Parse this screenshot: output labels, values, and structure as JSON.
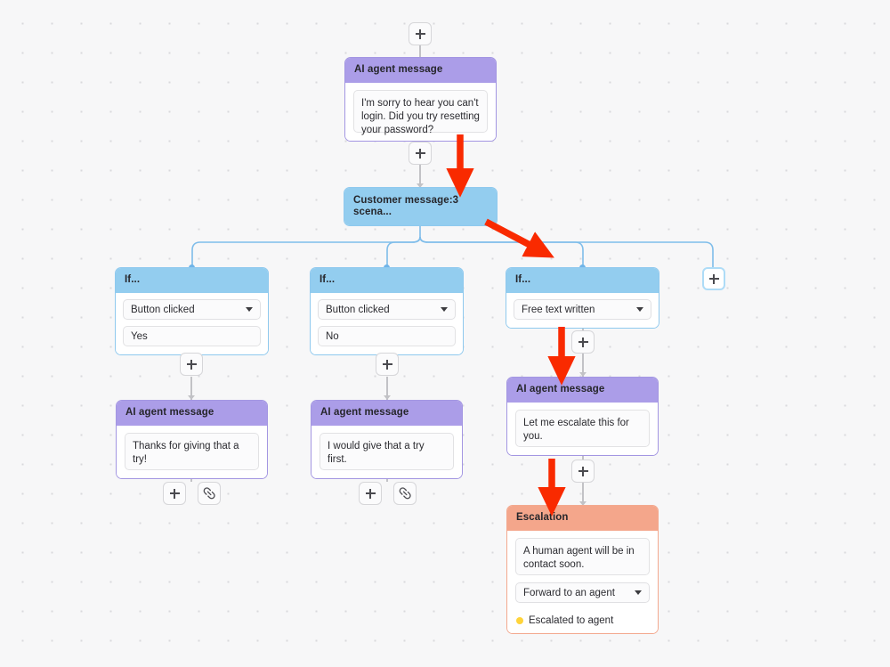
{
  "app": {
    "canvas_name": "chatbot-flow-canvas",
    "colors": {
      "canvas_bg": "#f7f7f8",
      "grid_dot": "#d9d9dd",
      "purple_header": "#ab9de8",
      "purple_border": "#a396e2",
      "blue_header": "#93cdef",
      "blue_border": "#8fc9ee",
      "orange_header": "#f4a68b",
      "orange_border": "#f3a98f",
      "edge_gray": "#c2c2c6",
      "edge_blue": "#6fb4e8",
      "annotation_red": "#f92a00",
      "status_yellow": "#ffd43b"
    }
  },
  "nodes": {
    "root_ai_message": {
      "header": "AI agent message",
      "message": "I'm sorry to hear you can't login. Did you try resetting your password?"
    },
    "customer_message": {
      "header": "Customer message:3 scena..."
    },
    "branch_one": {
      "header": "If...",
      "condition": "Button clicked",
      "value": "Yes",
      "reply_header": "AI agent message",
      "reply_message": "Thanks for giving that a try!"
    },
    "branch_two": {
      "header": "If...",
      "condition": "Button clicked",
      "value": "No",
      "reply_header": "AI agent message",
      "reply_message": "I would give that a try first."
    },
    "branch_three": {
      "header": "If...",
      "condition": "Free text written",
      "reply_header": "AI agent message",
      "reply_message": "Let me escalate this for you.",
      "escalation_header": "Escalation",
      "escalation_message": "A human agent will be in contact soon.",
      "escalation_action": "Forward to an agent",
      "escalation_status": "Escalated to agent"
    }
  },
  "buttons": {
    "add_label": "+",
    "add_icon": "plus-icon",
    "link_icon": "chain-link-icon"
  },
  "annotations": [
    {
      "name": "arrow-to-customer-message",
      "direction": "down"
    },
    {
      "name": "arrow-to-free-text-branch",
      "direction": "down-right"
    },
    {
      "name": "arrow-to-escalate-message",
      "direction": "down"
    },
    {
      "name": "arrow-to-escalation-node",
      "direction": "down"
    }
  ]
}
